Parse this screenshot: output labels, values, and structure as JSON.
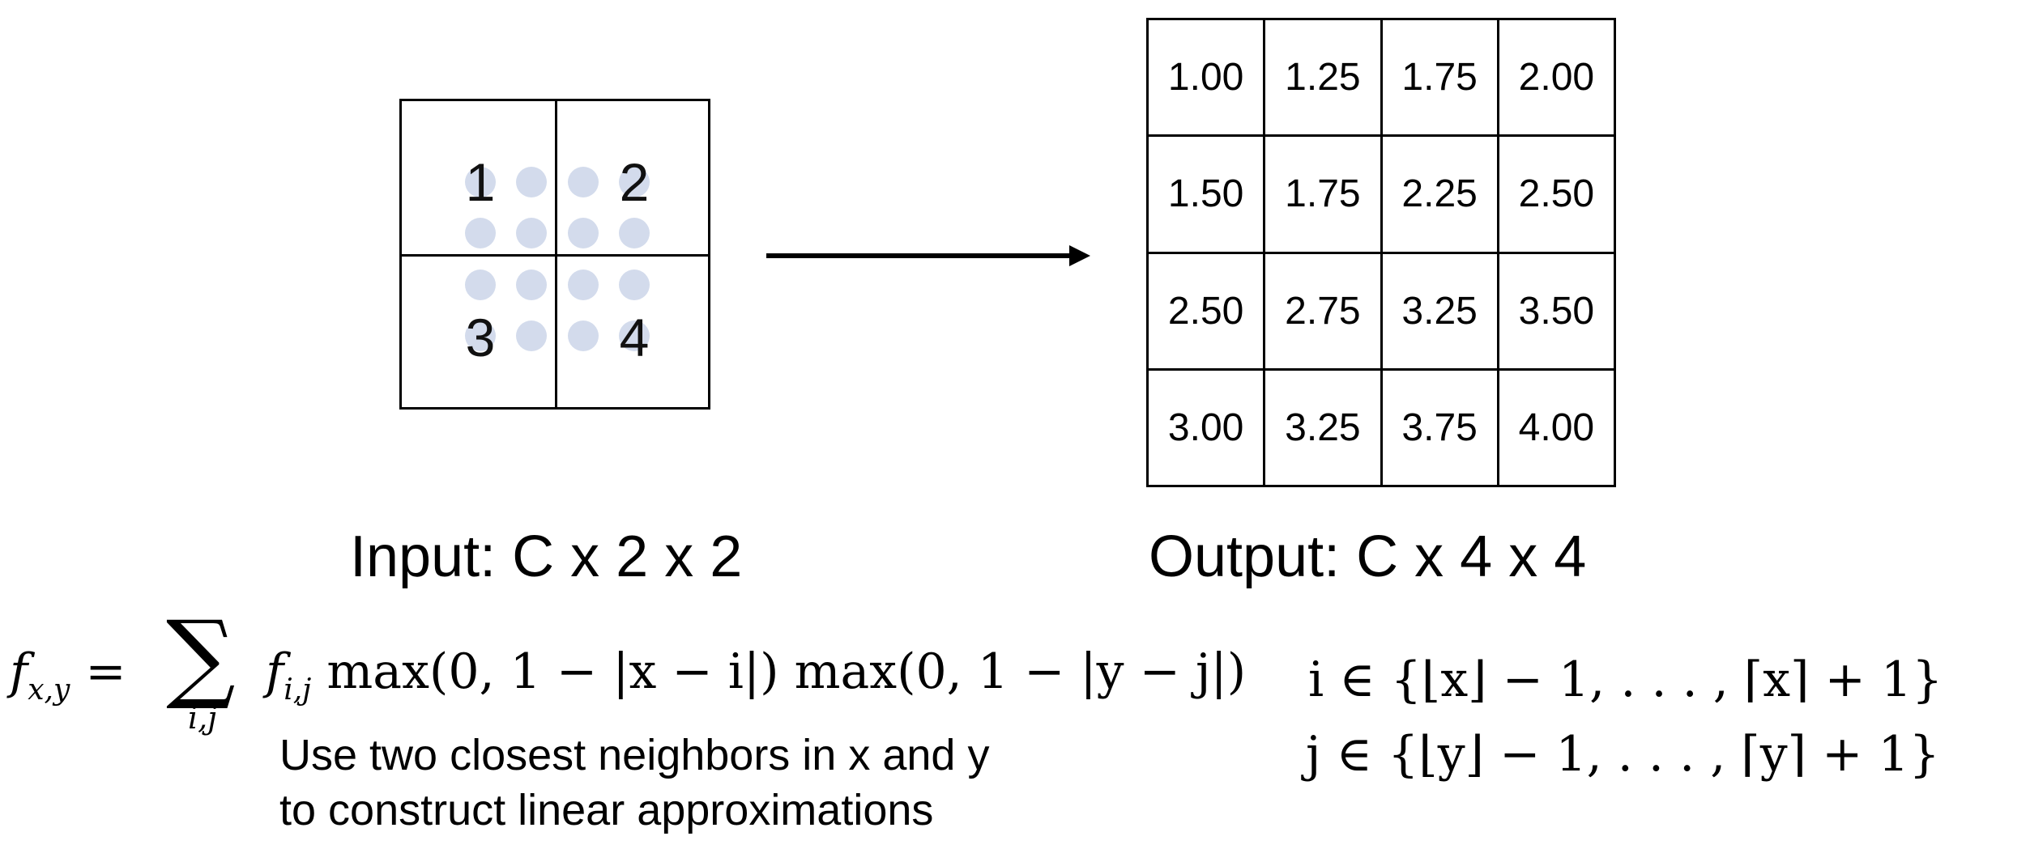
{
  "input": {
    "cells": [
      "1",
      "2",
      "3",
      "4"
    ],
    "caption": "Input: C x 2 x 2"
  },
  "output": {
    "rows": [
      [
        "1.00",
        "1.25",
        "1.75",
        "2.00"
      ],
      [
        "1.50",
        "1.75",
        "2.25",
        "2.50"
      ],
      [
        "2.50",
        "2.75",
        "3.25",
        "3.50"
      ],
      [
        "3.00",
        "3.25",
        "3.75",
        "4.00"
      ]
    ],
    "caption": "Output: C x 4 x 4"
  },
  "formula": {
    "lhs": "f",
    "lhs_sub": "x,y",
    "equals": "=",
    "sum_sub": "i,j",
    "term": "f",
    "term_sub": "i,j",
    "body": " max(0, 1 − |x − i|) max(0, 1 − |y − j|)"
  },
  "ranges": {
    "i": "i ∈ {⌊x⌋ − 1, . . . , ⌈x⌉ + 1}",
    "j": "j ∈ {⌊y⌋ − 1, . . . , ⌈y⌉ + 1}"
  },
  "note": {
    "line1": "Use two closest neighbors in x and y",
    "line2": "to construct linear approximations"
  },
  "colors": {
    "dot": "#d3dbec",
    "line": "#000000"
  }
}
